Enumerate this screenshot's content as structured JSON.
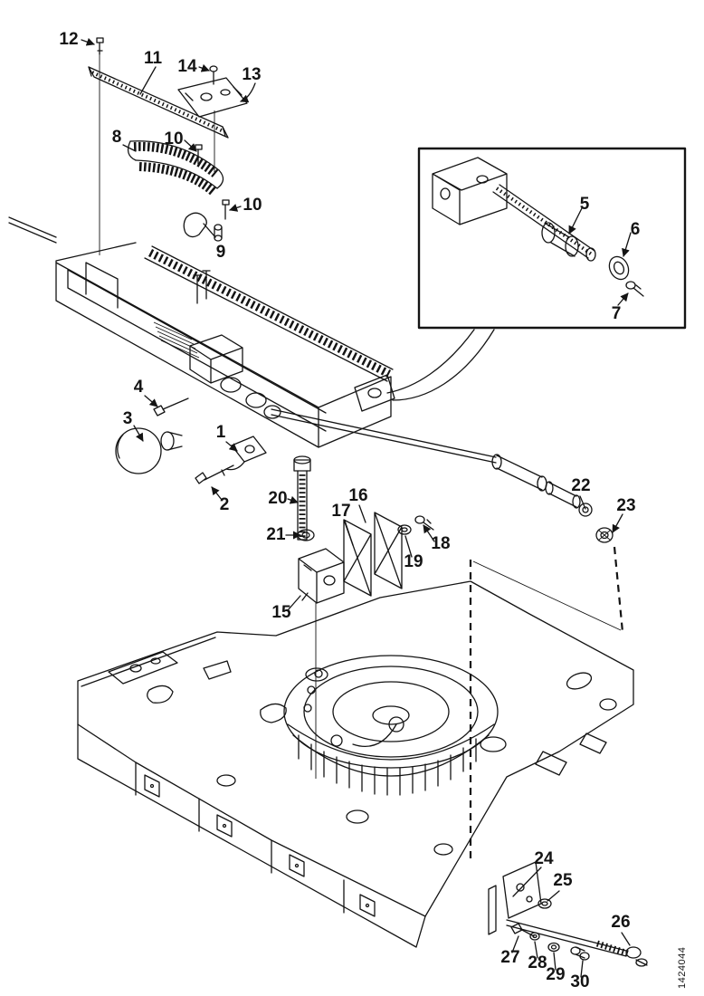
{
  "figure": {
    "kind": "exploded-parts-diagram"
  },
  "callouts": {
    "c12": "12",
    "c11": "11",
    "c14": "14",
    "c13": "13",
    "c8": "8",
    "c10a": "10",
    "c10b": "10",
    "c9": "9",
    "c5": "5",
    "c6": "6",
    "c7": "7",
    "c4": "4",
    "c3": "3",
    "c1": "1",
    "c2": "2",
    "c20": "20",
    "c21": "21",
    "c16": "16",
    "c17": "17",
    "c19": "19",
    "c18": "18",
    "c15": "15",
    "c22": "22",
    "c23": "23",
    "c24": "24",
    "c25": "25",
    "c26": "26",
    "c27": "27",
    "c28": "28",
    "c29": "29",
    "c30": "30"
  },
  "footer": {
    "drawing_number": "1424044"
  },
  "colors": {
    "ink": "#141414",
    "background": "#ffffff"
  }
}
